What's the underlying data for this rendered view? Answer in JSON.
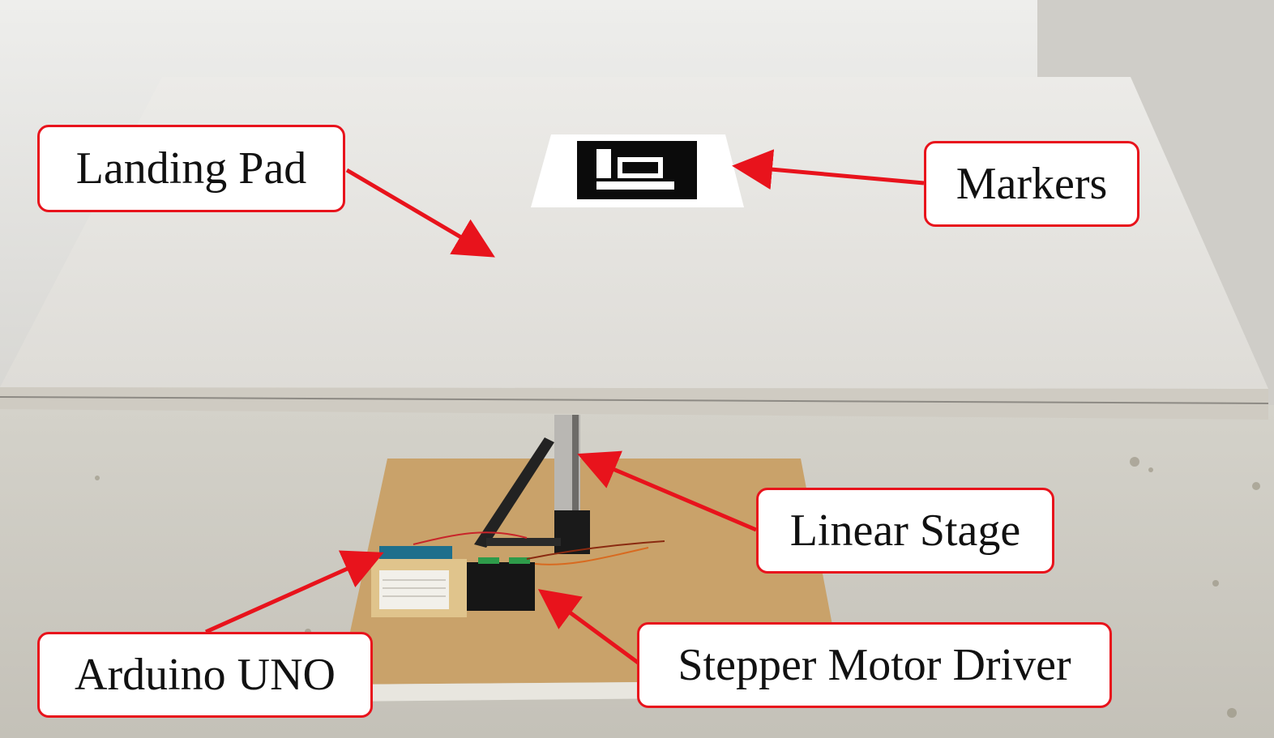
{
  "labels": {
    "landing_pad": "Landing Pad",
    "markers": "Markers",
    "linear_stage": "Linear Stage",
    "arduino_uno": "Arduino UNO",
    "stepper_motor_driver": "Stepper Motor Driver"
  },
  "colors": {
    "callout_border": "#e8131c",
    "arrow": "#e8131c",
    "wall": "#e2e1dd",
    "landing_pad_surface": "#e6e5e1",
    "floor": "#cdcbc3",
    "wood_base": "#c9a26a",
    "marker_black": "#0b0b0b"
  }
}
